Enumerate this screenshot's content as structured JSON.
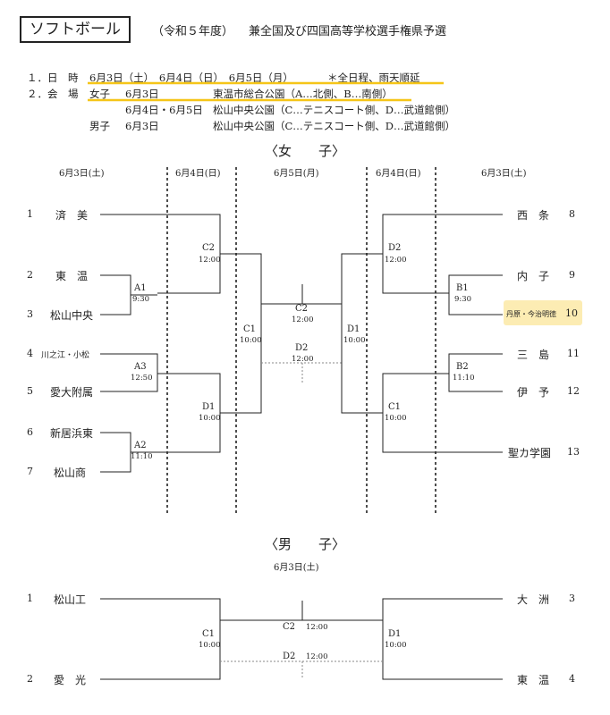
{
  "header": {
    "title": "ソフトボール",
    "subtitle": "（令和５年度）",
    "event": "兼全国及び四国高等学校選手権県予選"
  },
  "info": {
    "line1_label": "１．日　時",
    "line1_dates": "6月3日（土）　6月4日（日）　6月5日（月）",
    "line1_note": "＊全日程、雨天順延",
    "line2_label": "２．会　場",
    "line2_women": "女子",
    "line2_date1": "6月3日",
    "line2_venue1": "東温市総合公園（A…北側、B…南側）",
    "line3_date": "6月4日・6月5日",
    "line3_venue": "松山中央公園（C…テニスコート側、D…武道館側）",
    "line4_men": "男子",
    "line4_date": "6月3日",
    "line4_venue": "松山中央公園（C…テニスコート側、D…武道館側）"
  },
  "accent_color": "#f5c518",
  "women": {
    "heading": "〈女　　子〉",
    "dates": [
      "6月3日(土)",
      "6月4日(日)",
      "6月5日(月)",
      "6月4日(日)",
      "6月3日(土)"
    ],
    "left_teams": [
      {
        "num": "1",
        "name": "済　美"
      },
      {
        "num": "2",
        "name": "東　温"
      },
      {
        "num": "3",
        "name": "松山中央"
      },
      {
        "num": "4",
        "name": "川之江・小松"
      },
      {
        "num": "5",
        "name": "愛大附属"
      },
      {
        "num": "6",
        "name": "新居浜東"
      },
      {
        "num": "7",
        "name": "松山商"
      }
    ],
    "right_teams": [
      {
        "num": "8",
        "name": "西　条"
      },
      {
        "num": "9",
        "name": "内　子"
      },
      {
        "num": "10",
        "name": "丹原・今治明徳"
      },
      {
        "num": "11",
        "name": "三　島"
      },
      {
        "num": "12",
        "name": "伊　予"
      },
      {
        "num": "13",
        "name": "聖カ学園"
      }
    ],
    "games": {
      "a1": {
        "court": "A1",
        "time": "9:30"
      },
      "a3": {
        "court": "A3",
        "time": "12:50"
      },
      "a2": {
        "court": "A2",
        "time": "11:10"
      },
      "c2l": {
        "court": "C2",
        "time": "12:00"
      },
      "d1l": {
        "court": "D1",
        "time": "10:00"
      },
      "c1l": {
        "court": "C1",
        "time": "10:00"
      },
      "final": {
        "court": "C2",
        "time": "12:00"
      },
      "third": {
        "court": "D2",
        "time": "12:00"
      },
      "d1r": {
        "court": "D1",
        "time": "10:00"
      },
      "d2r": {
        "court": "D2",
        "time": "12:00"
      },
      "c1r": {
        "court": "C1",
        "time": "10:00"
      },
      "b1": {
        "court": "B1",
        "time": "9:30"
      },
      "b2": {
        "court": "B2",
        "time": "11:10"
      }
    }
  },
  "men": {
    "heading": "〈男　　子〉",
    "date": "6月3日(土)",
    "left_teams": [
      {
        "num": "1",
        "name": "松山工"
      },
      {
        "num": "2",
        "name": "愛　光"
      }
    ],
    "right_teams": [
      {
        "num": "3",
        "name": "大　洲"
      },
      {
        "num": "4",
        "name": "東　温"
      }
    ],
    "games": {
      "c1": {
        "court": "C1",
        "time": "10:00"
      },
      "d1": {
        "court": "D1",
        "time": "10:00"
      },
      "final": {
        "court": "C2",
        "time": "12:00"
      },
      "third": {
        "court": "D2",
        "time": "12:00"
      }
    }
  }
}
